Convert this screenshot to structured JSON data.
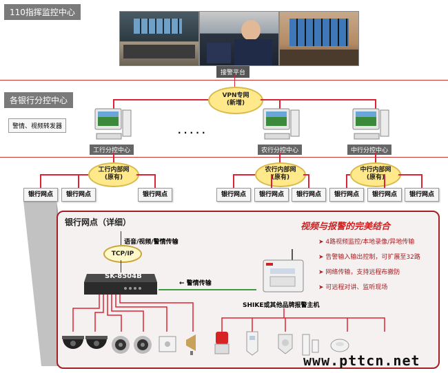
{
  "top": {
    "section_label": "110指挥监控中心",
    "platform_label": "接警平台"
  },
  "branch_center": {
    "section_label": "各银行分控中心",
    "forwarder_label": "警情、视频转发器",
    "vpn_cloud_line1": "VPN专网",
    "vpn_cloud_line2": "(新增)",
    "ellipsis": "· · · · ·",
    "centers": [
      "工行分控中心",
      "农行分控中心",
      "中行分控中心"
    ]
  },
  "intranets": [
    {
      "line1": "工行内部网",
      "line2": "(原有)"
    },
    {
      "line1": "农行内部网",
      "line2": "(原有)"
    },
    {
      "line1": "中行内部网",
      "line2": "(原有)"
    }
  ],
  "branch_nodes": [
    "银行网点",
    "银行网点",
    "银行网点",
    "银行网点",
    "银行网点",
    "银行网点",
    "银行网点",
    "银行网点",
    "银行网点"
  ],
  "detail": {
    "title": "银行网点（详细）",
    "voice_label": "语音/视频/警情传输",
    "tcpip": "TCP/IP",
    "dvr_label": "SK-8504B",
    "alarm_transfer": "警情传输",
    "host_label": "SHIKE或其他品牌报警主机",
    "headline": "视频与报警的完美结合",
    "features": [
      "4路视频监控/本地录像/异地传输",
      "告警输入输出控制，可扩展至32路",
      "网络传输，支持远程布撤防",
      "可远程对讲、监听现场"
    ]
  },
  "watermark": "www.pttcn.net",
  "colors": {
    "accent": "#a31e22",
    "cloud": "#ffe98a",
    "green": "#3c9a3c"
  }
}
